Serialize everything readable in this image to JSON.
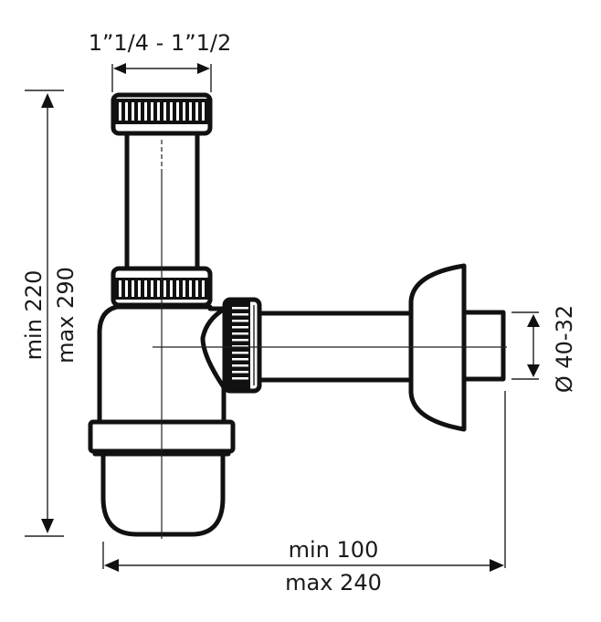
{
  "figure": {
    "subject": "Bottle trap (siphon) technical dimension drawing",
    "colors": {
      "line": "#111111",
      "background": "#ffffff",
      "text": "#1a1a1a"
    }
  },
  "dimensions": {
    "inlet_thread": {
      "label": "1”1/4 - 1”1/2"
    },
    "height": {
      "min_label": "min 220",
      "max_label": "max 290"
    },
    "outlet_diameter": {
      "label": "Ø 40-32"
    },
    "depth": {
      "min_label": "min 100",
      "max_label": "max 240"
    }
  },
  "parts": [
    {
      "name": "top-coupling-nut"
    },
    {
      "name": "inlet-tube"
    },
    {
      "name": "body-coupling-nut"
    },
    {
      "name": "trap-body"
    },
    {
      "name": "side-outlet-nut"
    },
    {
      "name": "outlet-tube"
    },
    {
      "name": "wall-rosette"
    },
    {
      "name": "wall-sleeve"
    },
    {
      "name": "bottom-bowl-ring"
    },
    {
      "name": "bottom-bowl"
    }
  ]
}
